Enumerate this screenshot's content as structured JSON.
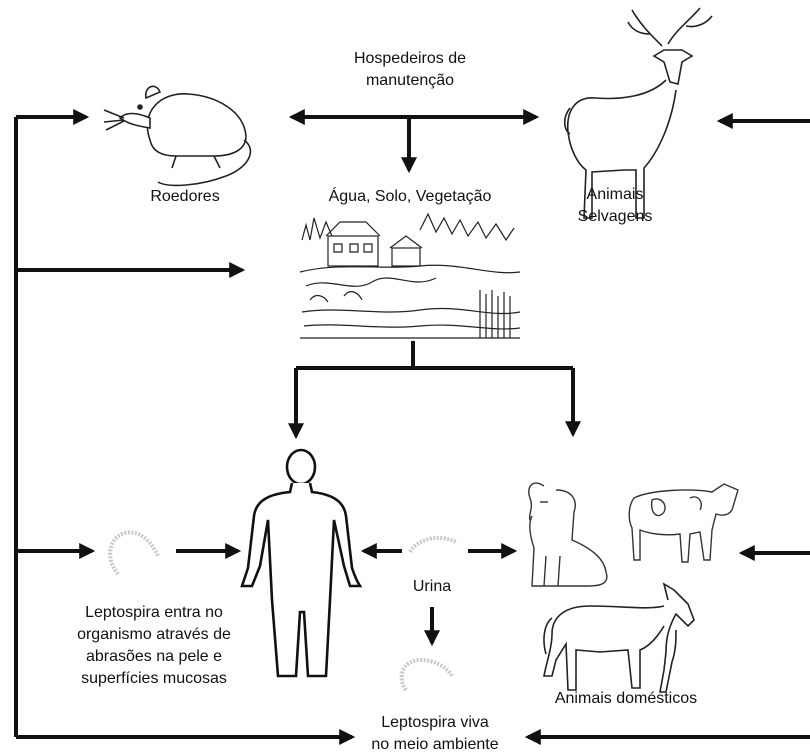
{
  "labels": {
    "maintenance_hosts_line1": "Hospedeiros de",
    "maintenance_hosts_line2": "manutenção",
    "rodents": "Roedores",
    "wild_animals_line1": "Animais",
    "wild_animals_line2": "Selvagens",
    "environment": "Água, Solo, Vegetação",
    "urine": "Urina",
    "entry_line1": "Leptospira entra no",
    "entry_line2": "organismo através de",
    "entry_line3": "abrasões na pele e",
    "entry_line4": "superfícies mucosas",
    "domestic_animals": "Animais domésticos",
    "live_line1": "Leptospira viva",
    "live_line2": "no meio ambiente"
  },
  "icons": [
    "rat-icon",
    "deer-icon",
    "landscape-icon",
    "human-icon",
    "leptospira-icon",
    "dog-icon",
    "cow-icon",
    "horse-icon"
  ],
  "colors": {
    "stroke": "#111111",
    "bacteria": "#c8c8c8"
  }
}
